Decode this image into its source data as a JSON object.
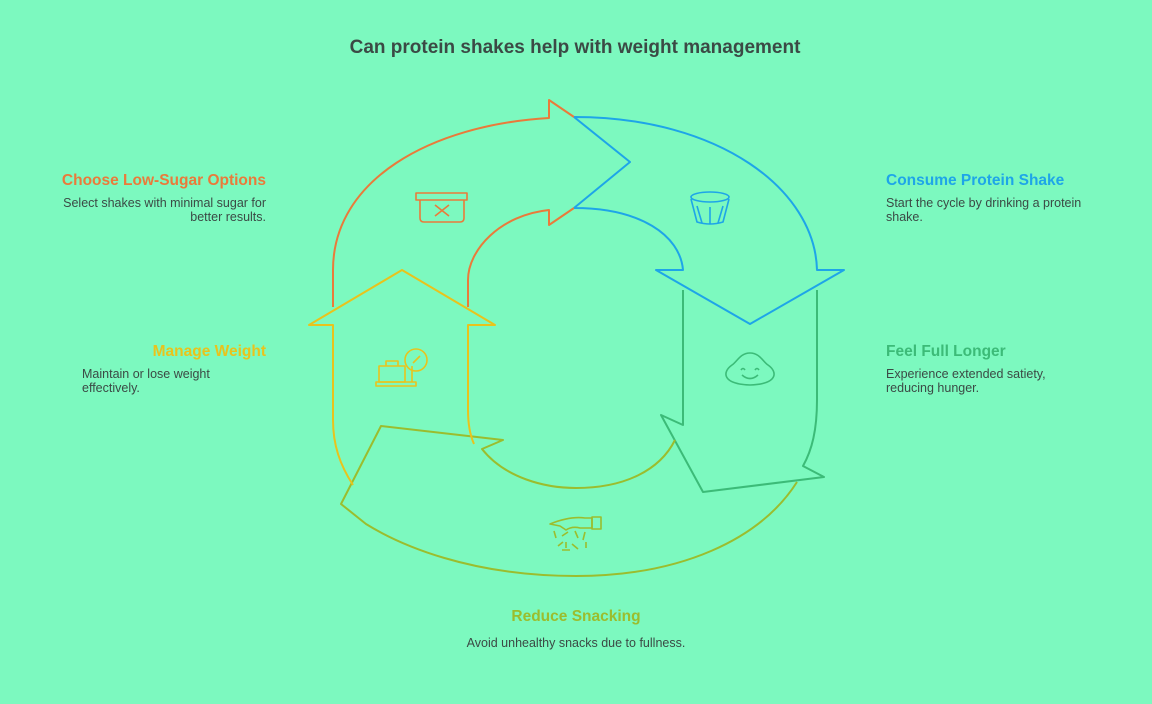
{
  "title": "Can protein shakes help with weight management",
  "colors": {
    "orange": "#ea7a3a",
    "blue": "#1ea5e8",
    "green": "#3cbb78",
    "olive": "#9bbd2e",
    "yellow": "#e9c31c",
    "text": "#3b4a45"
  },
  "steps": [
    {
      "title": "Consume Protein Shake",
      "description": "Start the cycle by drinking a protein shake.",
      "icon": "glass-icon"
    },
    {
      "title": "Feel Full Longer",
      "description": "Experience extended satiety, reducing hunger.",
      "icon": "smiling-blob-icon"
    },
    {
      "title": "Reduce Snacking",
      "description": "Avoid unhealthy snacks due to fullness.",
      "icon": "hand-sprinkle-icon"
    },
    {
      "title": "Manage Weight",
      "description": "Maintain or lose weight effectively.",
      "icon": "luggage-scale-icon"
    },
    {
      "title": "Choose Low-Sugar Options",
      "description": "Select shakes with minimal sugar for better results.",
      "icon": "container-x-icon"
    }
  ]
}
